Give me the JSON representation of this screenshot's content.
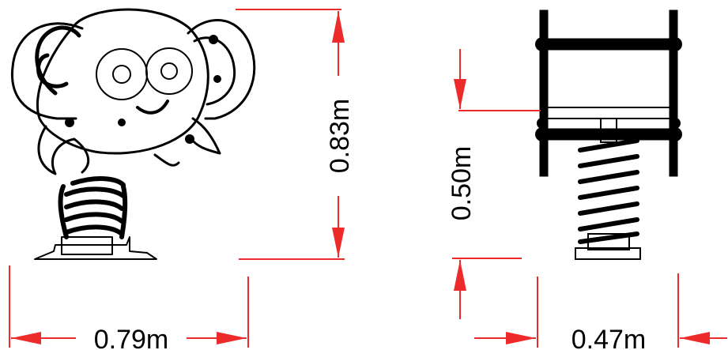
{
  "dimensions": {
    "height_front": "0.83m",
    "width_front": "0.79m",
    "height_side": "0.50m",
    "width_side": "0.47m"
  },
  "colors": {
    "dimension": "#ee2b2b",
    "drawing": "#000000",
    "background": "#ffffff"
  }
}
